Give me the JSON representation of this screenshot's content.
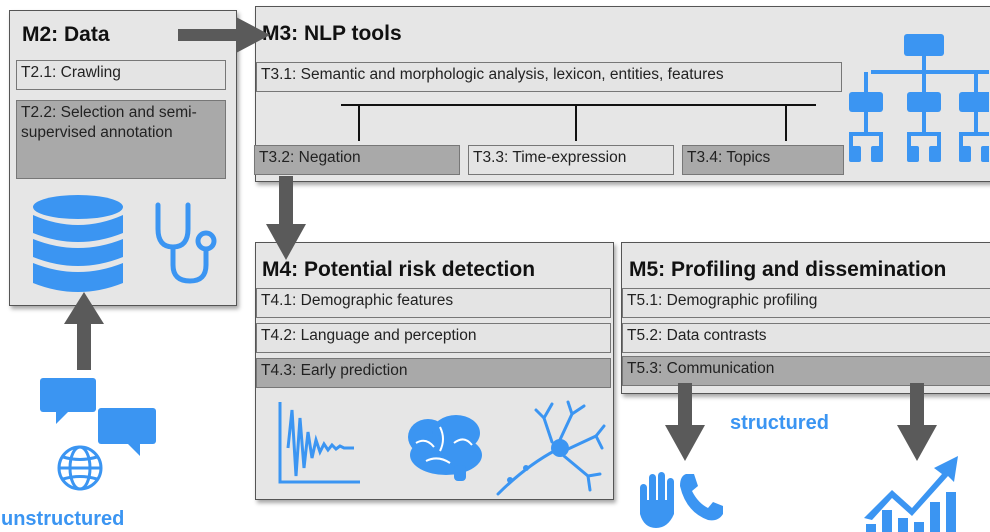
{
  "m2": {
    "title": "M2: Data",
    "tasks": [
      "T2.1: Crawling",
      "T2.2: Selection and semi-supervised annotation"
    ]
  },
  "m3": {
    "title": "M3: NLP tools",
    "tasks": [
      "T3.1: Semantic and morphologic analysis, lexicon, entities, features",
      "T3.2: Negation",
      "T3.3: Time-expression",
      "T3.4: Topics"
    ]
  },
  "m4": {
    "title": "M4: Potential risk detection",
    "tasks": [
      "T4.1: Demographic features",
      "T4.2: Language and perception",
      "T4.3: Early prediction"
    ]
  },
  "m5": {
    "title": "M5: Profiling and dissemination",
    "tasks": [
      "T5.1: Demographic profiling",
      "T5.2: Data contrasts",
      "T5.3: Communication"
    ]
  },
  "labels": {
    "unstructured": "unstructured",
    "structured": "structured"
  },
  "colors": {
    "accent": "#3b95f2",
    "arrow": "#5a5a5a",
    "box": "#e6e6e6",
    "task_dark": "#a9a9a9"
  },
  "icons": [
    "database-icon",
    "stethoscope-icon",
    "hierarchy-icon",
    "signal-wave-icon",
    "brain-icon",
    "neuron-icon",
    "chat-bubbles-icon",
    "globe-icon",
    "hand-icon",
    "phone-icon",
    "growth-chart-icon"
  ]
}
